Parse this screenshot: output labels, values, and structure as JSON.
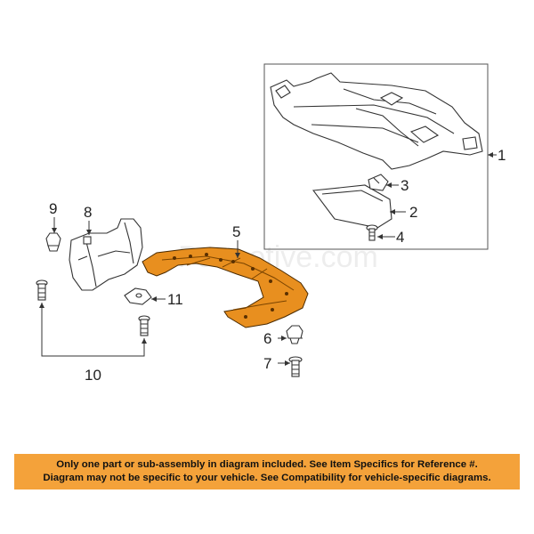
{
  "watermark": "Partsotive.com",
  "callouts": {
    "c1": "1",
    "c2": "2",
    "c3": "3",
    "c4": "4",
    "c5": "5",
    "c6": "6",
    "c7": "7",
    "c8": "8",
    "c9": "9",
    "c10": "10",
    "c11": "11"
  },
  "colors": {
    "highlight_part": "#e88f1f",
    "notice_background": "#f4a23a",
    "line": "#333333"
  },
  "notice": {
    "line1": "Only one part or sub-assembly in diagram included. See Item Specifics for Reference #.",
    "line2": "Diagram may not be specific to your vehicle. See Compatibility for vehicle-specific diagrams."
  }
}
